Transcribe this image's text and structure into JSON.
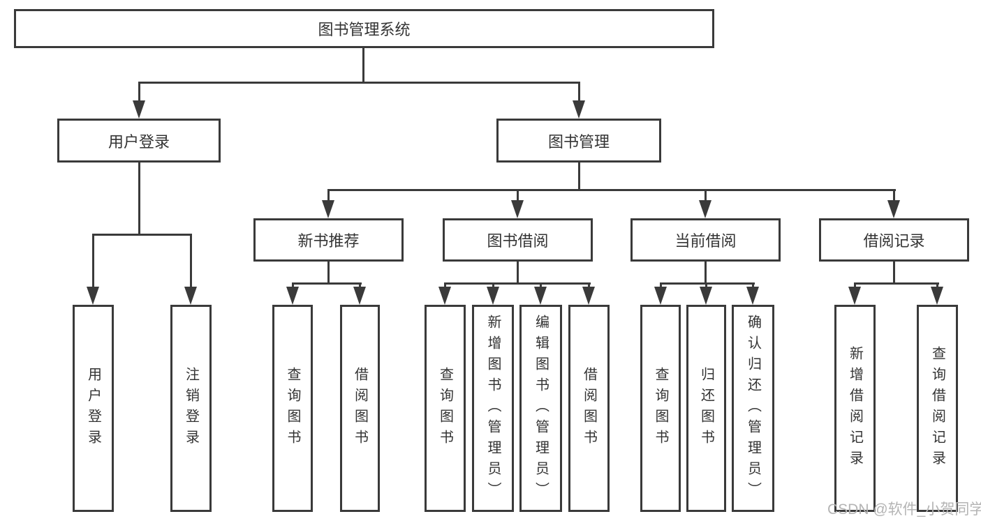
{
  "diagram": {
    "type": "hierarchy-tree",
    "colors": {
      "line": "#3a3a3a",
      "text": "#333333",
      "background": "#ffffff",
      "watermark": "#b4b4b4"
    },
    "tree": {
      "label": "图书管理系统",
      "children": [
        {
          "label": "用户登录",
          "children": [
            {
              "label": "用户登录"
            },
            {
              "label": "注销登录"
            }
          ]
        },
        {
          "label": "图书管理",
          "children": [
            {
              "label": "新书推荐",
              "children": [
                {
                  "label": "查询图书"
                },
                {
                  "label": "借阅图书"
                }
              ]
            },
            {
              "label": "图书借阅",
              "children": [
                {
                  "label": "查询图书"
                },
                {
                  "label": "新增图书（管理员）"
                },
                {
                  "label": "编辑图书（管理员）"
                },
                {
                  "label": "借阅图书"
                }
              ]
            },
            {
              "label": "当前借阅",
              "children": [
                {
                  "label": "查询图书"
                },
                {
                  "label": "归还图书"
                },
                {
                  "label": "确认归还（管理员）"
                }
              ]
            },
            {
              "label": "借阅记录",
              "children": [
                {
                  "label": "新增借阅记录"
                },
                {
                  "label": "查询借阅记录"
                }
              ]
            }
          ]
        }
      ]
    },
    "watermark": {
      "text": "CSDN @软件_小贺同学"
    }
  }
}
